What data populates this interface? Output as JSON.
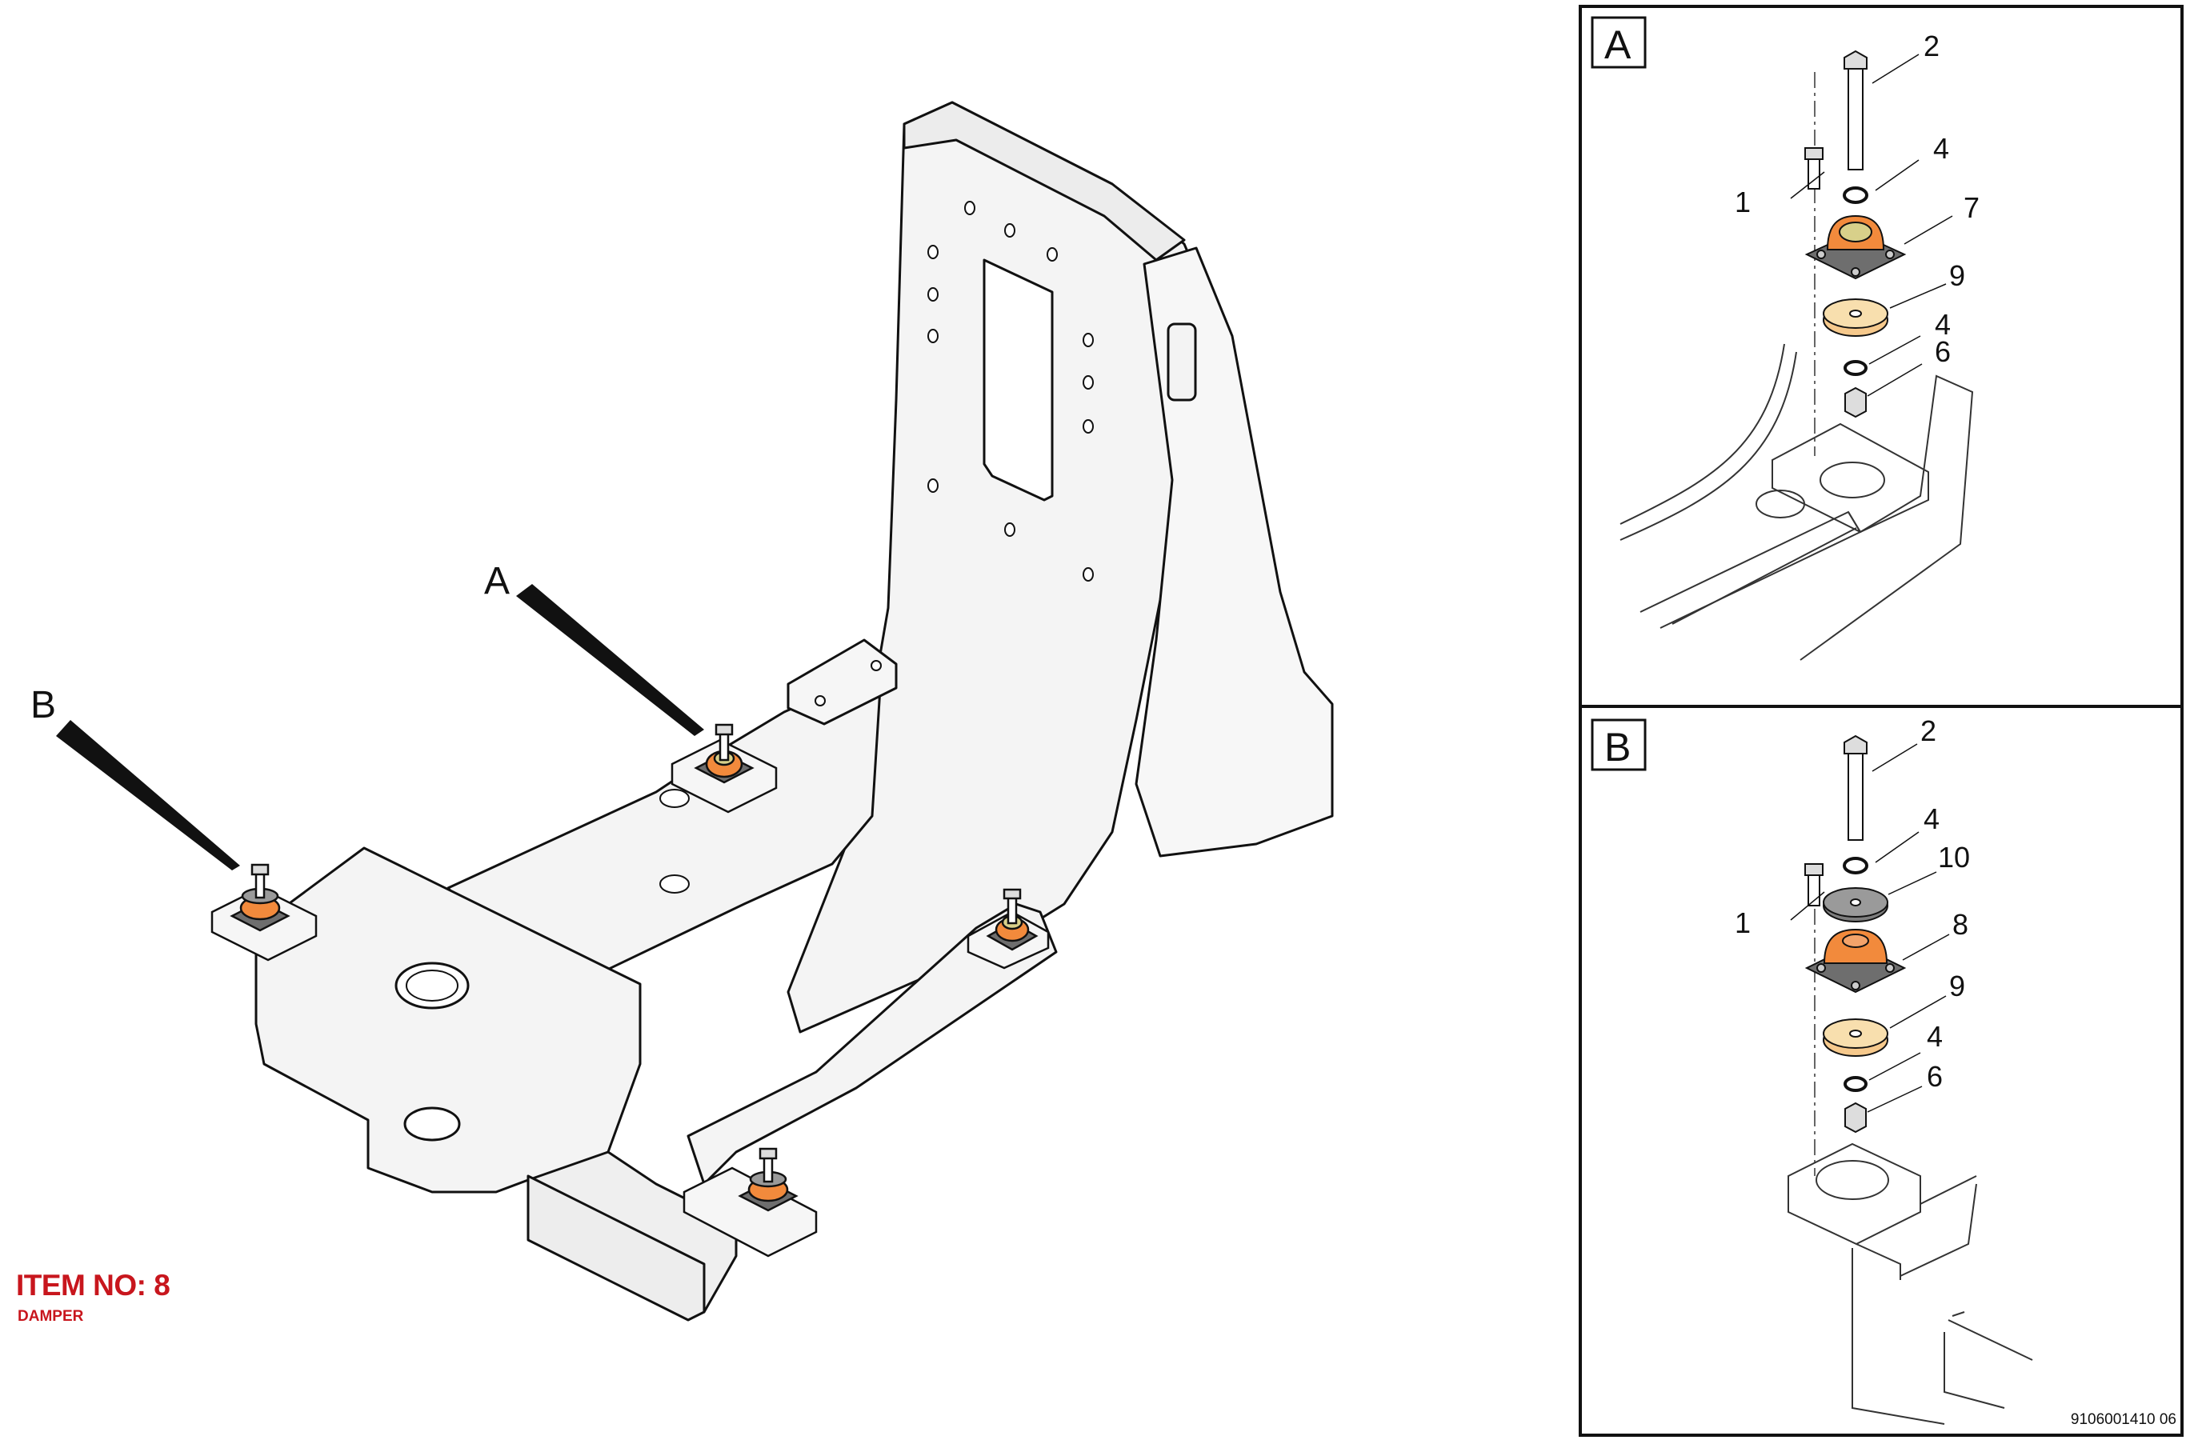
{
  "item": {
    "title": "ITEM NO: 8",
    "subtitle": "DAMPER"
  },
  "callouts": {
    "a": "A",
    "b": "B"
  },
  "panels": {
    "a": {
      "label": "A",
      "parts": [
        "2",
        "4",
        "1",
        "7",
        "9",
        "4",
        "6"
      ]
    },
    "b": {
      "label": "B",
      "parts": [
        "2",
        "4",
        "10",
        "1",
        "8",
        "9",
        "4",
        "6"
      ]
    }
  },
  "drawing_number": "9106001410 06",
  "colors": {
    "orange": "#f28a3c",
    "pale_orange": "#f6c98c",
    "yellow_green": "#d8d08a",
    "grey": "#9a9a9a",
    "dark_grey": "#6e6e6e",
    "frame_fill": "#f4f4f4",
    "red_text": "#c8161d"
  }
}
